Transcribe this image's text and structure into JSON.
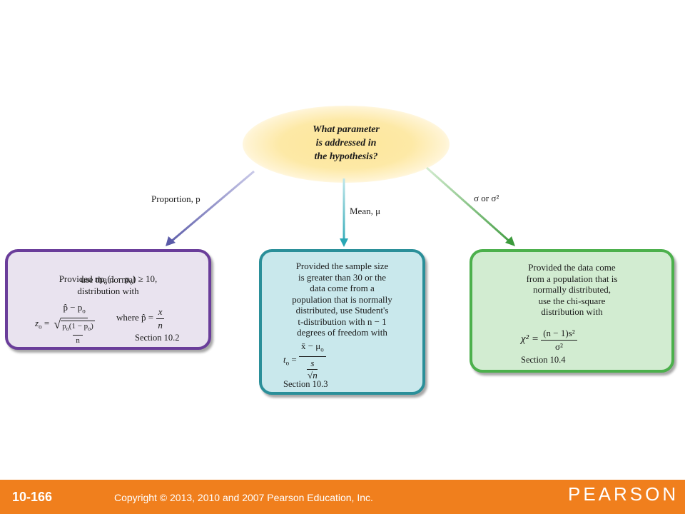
{
  "question": "What parameter\nis addressed in\nthe hypothesis?",
  "branches": {
    "proportion_label": "Proportion, p",
    "mean_label": "Mean, μ",
    "sigma_label": "σ or σ²"
  },
  "proportion_box": {
    "condition_prefix": "Provided np",
    "condition_mid": "(1 − p",
    "condition_suffix": ") ≥ 10,",
    "subscript": "o",
    "text": "use the normal\ndistribution with",
    "z_lhs": "z",
    "z_num": "p̂ − p",
    "z_den_inner": "p",
    "z_den_inner2": "(1 − p",
    "z_den_close": ")",
    "z_den_n": "n",
    "where": "where p̂ =",
    "where_num": "x",
    "where_den": "n",
    "section": "Section 10.2"
  },
  "mean_box": {
    "text": "Provided the sample size\nis greater than 30 or the\ndata come from a\npopulation that is normally\ndistributed, use Student's\nt-distribution with n − 1\ndegrees of freedom with",
    "t_lhs": "t",
    "t_num": "x̄ − μ",
    "t_den_s": "s",
    "t_den_sqrt": "n",
    "section": "Section 10.3"
  },
  "variance_box": {
    "text": "Provided the data come\nfrom a population that is\nnormally distributed,\nuse the chi-square\ndistribution with",
    "chi_lhs": "χ² =",
    "chi_num": "(n − 1)s²",
    "chi_den": "σ²",
    "section": "Section 10.4"
  },
  "footer": {
    "slide_number": "10-166",
    "copyright": "Copyright © 2013, 2010 and 2007 Pearson Education, Inc.",
    "brand": "PEARSON"
  },
  "colors": {
    "purple": "#6a3d9a",
    "teal": "#2a8f99",
    "green": "#4cb04c",
    "footer": "#f07f1d"
  }
}
